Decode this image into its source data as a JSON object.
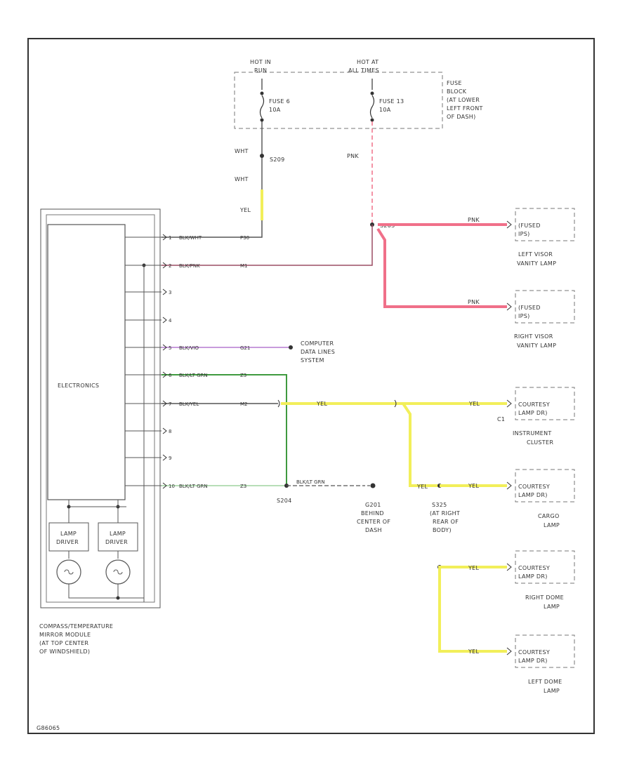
{
  "colors": {
    "border": "#333333",
    "yellow": "#f2ef5a",
    "pink": "#f07089",
    "dark_pink": "#9c4d63",
    "purple": "#b57ad0",
    "green": "#3f9a3f",
    "light_green": "#9fd49f",
    "gray": "#6a6a6a"
  },
  "fuse_block": {
    "hot_in_run": [
      "HOT IN",
      "RUN"
    ],
    "hot_at_all_times": [
      "HOT AT",
      "ALL TIMES"
    ],
    "fuse_a": [
      "FUSE 6",
      "10A"
    ],
    "fuse_b": [
      "FUSE 13",
      "10A"
    ],
    "location": [
      "FUSE",
      "BLOCK",
      "(AT LOWER",
      "LEFT FRONT",
      "OF DASH)"
    ]
  },
  "splices": {
    "s209": "S209",
    "s203": "S203",
    "s204": "S204",
    "s325": "S325",
    "g201": [
      "G201",
      "BEHIND",
      "CENTER OF",
      "DASH"
    ],
    "s325_loc": [
      "(AT RIGHT",
      "REAR OF",
      "BODY)"
    ]
  },
  "wire_colors": {
    "wht_top": "WHT",
    "wht_mid": "WHT",
    "yel_top": "YEL",
    "pnk_fuse": "PNK",
    "pnk_right1": "PNK",
    "pnk_right2": "PNK",
    "yel_inst": "YEL",
    "yel_inst2": "YEL",
    "yel_cargo": "YEL",
    "yel_cargo2": "YEL",
    "yel_dome1": "YEL",
    "yel_dome2": "YEL"
  },
  "module_wires": [
    {
      "pin": "1",
      "label": "BLK/WHT",
      "code": "P30"
    },
    {
      "pin": "2",
      "label": "BLK/PNK",
      "code": "M1"
    },
    {
      "pin": "3",
      "label": ""
    },
    {
      "pin": "4",
      "label": ""
    },
    {
      "pin": "5",
      "label": "BLK/VIO",
      "code": "G21"
    },
    {
      "pin": "6",
      "label": "BLK/LT GRN",
      "code": "Z3"
    },
    {
      "pin": "7",
      "label": "BLK/YEL",
      "code": "M2"
    },
    {
      "pin": "8",
      "label": ""
    },
    {
      "pin": "9",
      "label": ""
    },
    {
      "pin": "10",
      "label": "BLK/LT GRN",
      "code": "Z3"
    }
  ],
  "ground_wire_label": "BLK/LT GRN",
  "computer_data": [
    "COMPUTER",
    "DATA LINES",
    "SYSTEM"
  ],
  "c1_label": "C1",
  "loads": {
    "left_visor": {
      "box": [
        "(FUSED",
        "IPS)"
      ],
      "name": [
        "LEFT VISOR",
        "VANITY LAMP"
      ]
    },
    "right_visor": {
      "box": [
        "(FUSED",
        "IPS)"
      ],
      "name": [
        "RIGHT VISOR",
        "VANITY LAMP"
      ]
    },
    "instrument": {
      "box": [
        "COURTESY",
        "LAMP DR)"
      ],
      "name": [
        "INSTRUMENT",
        "CLUSTER"
      ]
    },
    "cargo": {
      "box": [
        "COURTESY",
        "LAMP DR)"
      ],
      "name": [
        "CARGO",
        "LAMP"
      ]
    },
    "right_dome": {
      "box": [
        "COURTESY",
        "LAMP DR)"
      ],
      "name": [
        "RIGHT DOME",
        "LAMP"
      ]
    },
    "left_dome": {
      "box": [
        "COURTESY",
        "LAMP DR)"
      ],
      "name": [
        "LEFT DOME",
        "LAMP"
      ]
    }
  },
  "module": {
    "electronics": "ELECTRONICS",
    "lamp_driver_1": [
      "LAMP",
      "DRIVER"
    ],
    "lamp_driver_2": [
      "LAMP",
      "DRIVER"
    ],
    "caption": [
      "COMPASS/TEMPERATURE",
      "MIRROR MODULE",
      "(AT TOP CENTER",
      "OF WINDSHIELD)"
    ]
  },
  "figure_id": "G86065"
}
